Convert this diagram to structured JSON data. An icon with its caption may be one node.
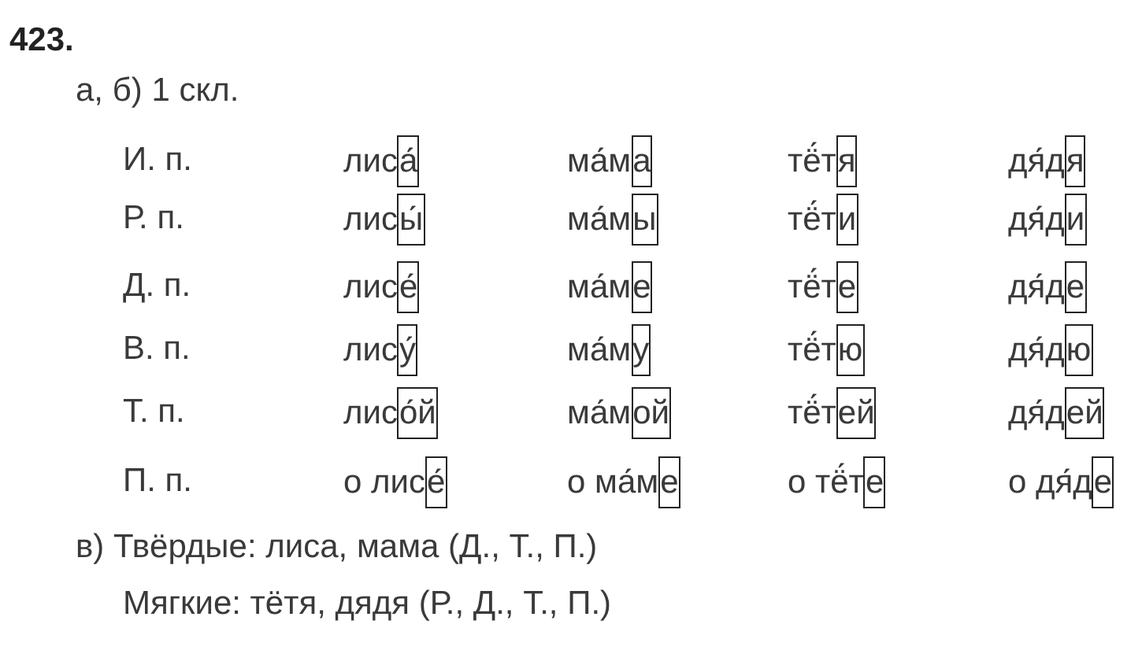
{
  "diagram": {
    "nodes": [
      {
        "text": [
          "а́"
        ],
        "beside": [
          "лис"
        ]
      },
      {
        "text": [
          "а"
        ],
        "beside": [
          "ма́м"
        ]
      },
      {
        "text": [
          "я"
        ],
        "beside": [
          "тё́т"
        ]
      },
      {
        "text": [
          "я"
        ],
        "beside": [
          "дя́д"
        ]
      },
      {
        "text": [
          "ы́"
        ],
        "beside": [
          "лис"
        ]
      },
      {
        "text": [
          "ы"
        ],
        "beside": [
          "ма́м"
        ]
      },
      {
        "text": [
          "и"
        ],
        "beside": [
          "тё́т"
        ]
      },
      {
        "text": [
          "и"
        ],
        "beside": [
          "дя́д"
        ]
      },
      {
        "text": [
          "е́"
        ],
        "beside": [
          "лис"
        ]
      },
      {
        "text": [
          "е"
        ],
        "beside": [
          "ма́м"
        ]
      },
      {
        "text": [
          "е"
        ],
        "beside": [
          "тё́т"
        ]
      },
      {
        "text": [
          "е"
        ],
        "beside": [
          "дя́д"
        ]
      },
      {
        "text": [
          "у́"
        ],
        "beside": [
          "лис"
        ]
      },
      {
        "text": [
          "у"
        ],
        "beside": [
          "ма́м"
        ]
      },
      {
        "text": [
          "ю"
        ],
        "beside": [
          "тё́т"
        ]
      },
      {
        "text": [
          "ю"
        ],
        "beside": [
          "дя́д"
        ]
      },
      {
        "text": [
          "о́й"
        ],
        "beside": [
          "лис"
        ]
      },
      {
        "text": [
          "ой"
        ],
        "beside": [
          "ма́м"
        ]
      },
      {
        "text": [
          "ей"
        ],
        "beside": [
          "тё́т"
        ]
      },
      {
        "text": [
          "ей"
        ],
        "beside": [
          "дя́д"
        ]
      },
      {
        "text": [
          "е́"
        ],
        "beside": [
          "о лис"
        ]
      },
      {
        "text": [
          "е"
        ],
        "beside": [
          "о ма́м"
        ]
      },
      {
        "text": [
          "е"
        ],
        "beside": [
          "о тё́т"
        ]
      },
      {
        "text": [
          "е"
        ],
        "beside": [
          "о дя́д"
        ]
      }
    ],
    "labels": [
      "423.",
      "а, б) 1 скл.",
      "И. п.",
      "Р. п.",
      "Д. п.",
      "В. п.",
      "Т. п.",
      "П. п.",
      "в) Твёрдые: лиса, мама (Д., Т., П.)",
      "Мягкие: тётя, дядя (Р., Д., Т., П.)"
    ]
  }
}
